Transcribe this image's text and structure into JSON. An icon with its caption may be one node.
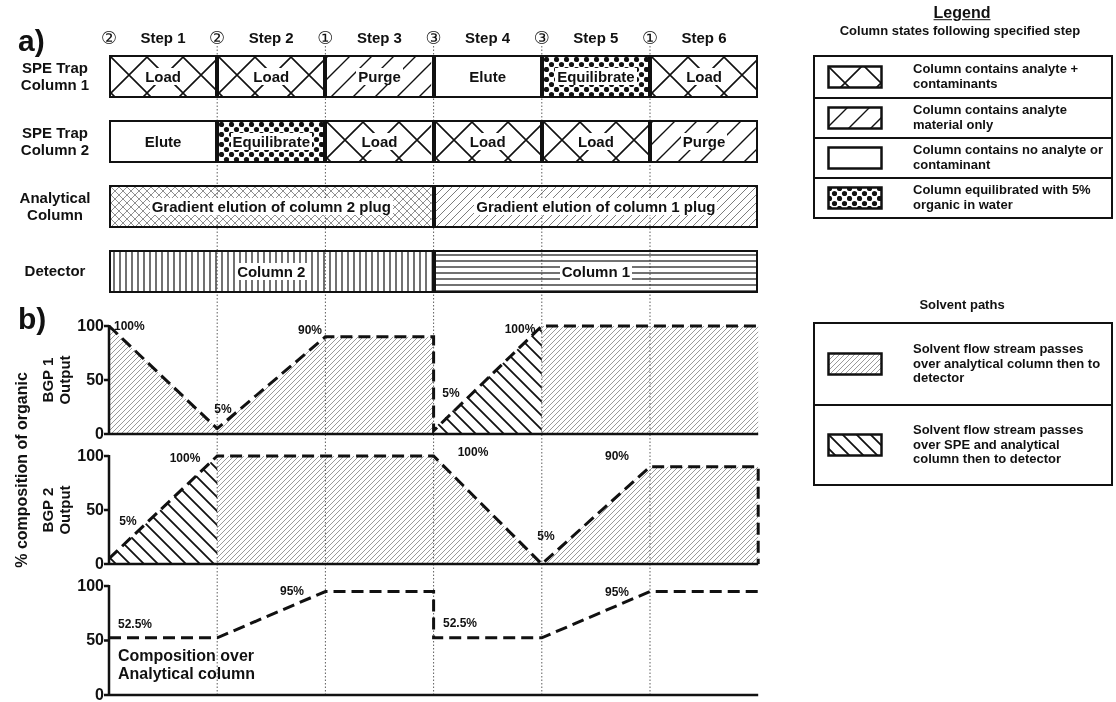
{
  "diagram": {
    "nodes": [
      {
        "text": [
          "Load"
        ]
      },
      {
        "text": [
          "Load"
        ]
      },
      {
        "text": [
          "Purge"
        ]
      },
      {
        "text": [
          "Elute"
        ]
      },
      {
        "text": [
          "Equilibrate"
        ]
      },
      {
        "text": [
          "Load"
        ]
      },
      {
        "text": [
          "Elute"
        ]
      },
      {
        "text": [
          "Equilibrate"
        ]
      },
      {
        "text": [
          "Load"
        ]
      },
      {
        "text": [
          "Load"
        ]
      },
      {
        "text": [
          "Load"
        ]
      },
      {
        "text": [
          "Purge"
        ]
      },
      {
        "text": [
          "Gradient elution of column 2 plug"
        ]
      },
      {
        "text": [
          "Gradient elution of column 1 plug"
        ]
      },
      {
        "text": [
          "Column 2"
        ]
      },
      {
        "text": [
          "Column 1"
        ]
      }
    ],
    "edges": [],
    "labels": [
      "a)",
      "Legend",
      "Column states following specified step",
      "②",
      "Step 1",
      "②",
      "Step 2",
      "①",
      "Step 3",
      "③",
      "Step 4",
      "③",
      "Step 5",
      "①",
      "Step 6",
      "SPE Trap Column 1",
      "SPE Trap Column 2",
      "Analytical Column",
      "Detector",
      "b)",
      "Solvent paths",
      "% composition of organic",
      "BGP 1 Output",
      "100",
      "50",
      "0",
      "100%",
      "5%",
      "90%",
      "5%",
      "100%",
      "BGP 2 Output",
      "100",
      "50",
      "0",
      "5%",
      "100%",
      "100%",
      "5%",
      "90%",
      "100",
      "50",
      "0",
      "52.5%",
      "95%",
      "52.5%",
      "95%",
      "Composition over Analytical column"
    ],
    "legend": [
      {
        "text": "Column contains analyte + contaminants"
      },
      {
        "text": "Column contains analyte material only"
      },
      {
        "text": "Column contains no analyte or contaminant"
      },
      {
        "text": "Column equilibrated with 5% organic in water"
      },
      {
        "text": "Solvent flow stream passes over analytical column then to detector"
      },
      {
        "text": "Solvent flow stream passes over SPE and analytical column then to detector"
      }
    ]
  }
}
